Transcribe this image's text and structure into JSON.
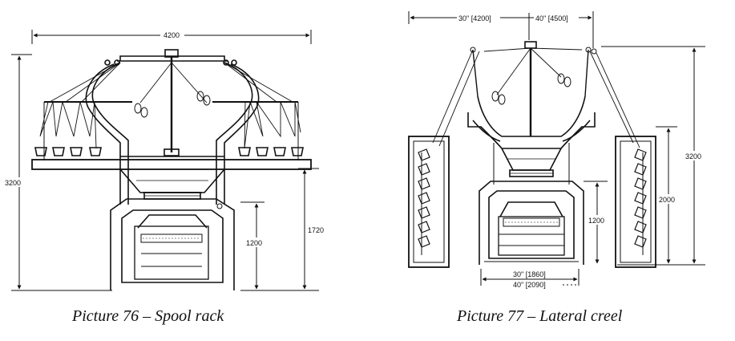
{
  "figures": [
    {
      "caption": "Picture 76 –  Spool rack",
      "dimensions": [
        "4200",
        "3200",
        "1720",
        "1200"
      ]
    },
    {
      "caption": "Picture 77 –  Lateral creel",
      "dimensions": [
        "30\" [4200]",
        "40\" [4500]",
        "3200",
        "2000",
        "1200",
        "30\" [1860]",
        "40\" [2090]"
      ]
    }
  ]
}
